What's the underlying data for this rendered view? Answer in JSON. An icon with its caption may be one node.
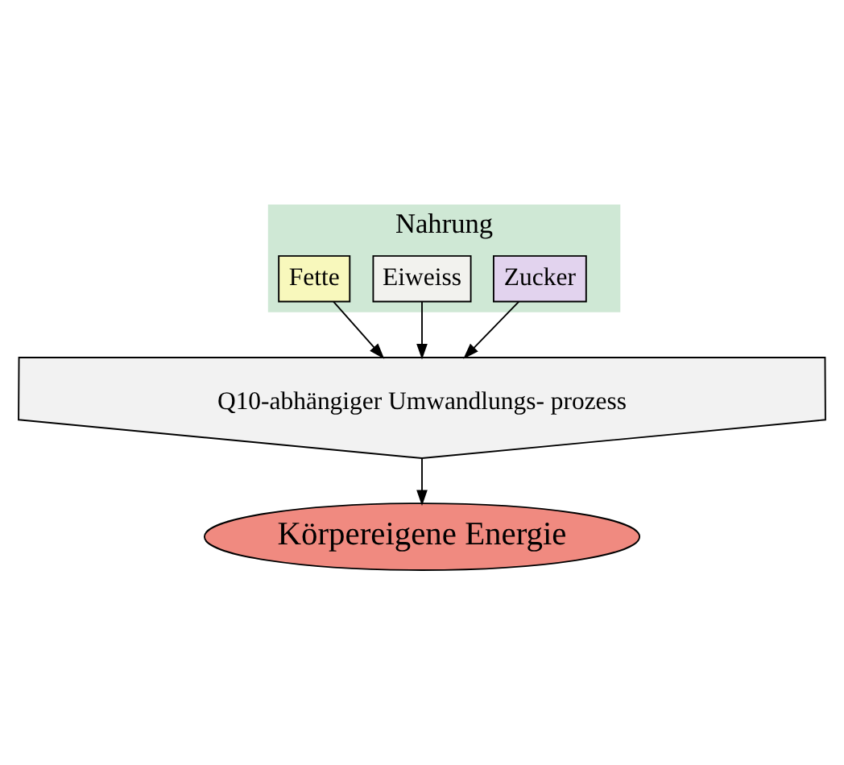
{
  "diagram": {
    "nodes": [
      {
        "text": [
          "Nahrung"
        ]
      },
      {
        "text": [
          "Zucker"
        ],
        "in": 0
      },
      {
        "text": [
          "Eiweiss"
        ],
        "in": 0
      },
      {
        "text": [
          "Fette"
        ],
        "in": 0
      },
      {
        "text": [
          "Q10-abhängiger Umwandlungs- prozess"
        ]
      },
      {
        "text": [
          "Körpereigene Energie"
        ]
      }
    ],
    "edges": [
      {
        "from": 1,
        "to": 4,
        "arrow": "to"
      },
      {
        "from": 2,
        "to": 4,
        "arrow": "to"
      },
      {
        "from": 3,
        "to": 4,
        "arrow": "to"
      },
      {
        "from": 4,
        "to": 5,
        "arrow": "to"
      }
    ]
  }
}
